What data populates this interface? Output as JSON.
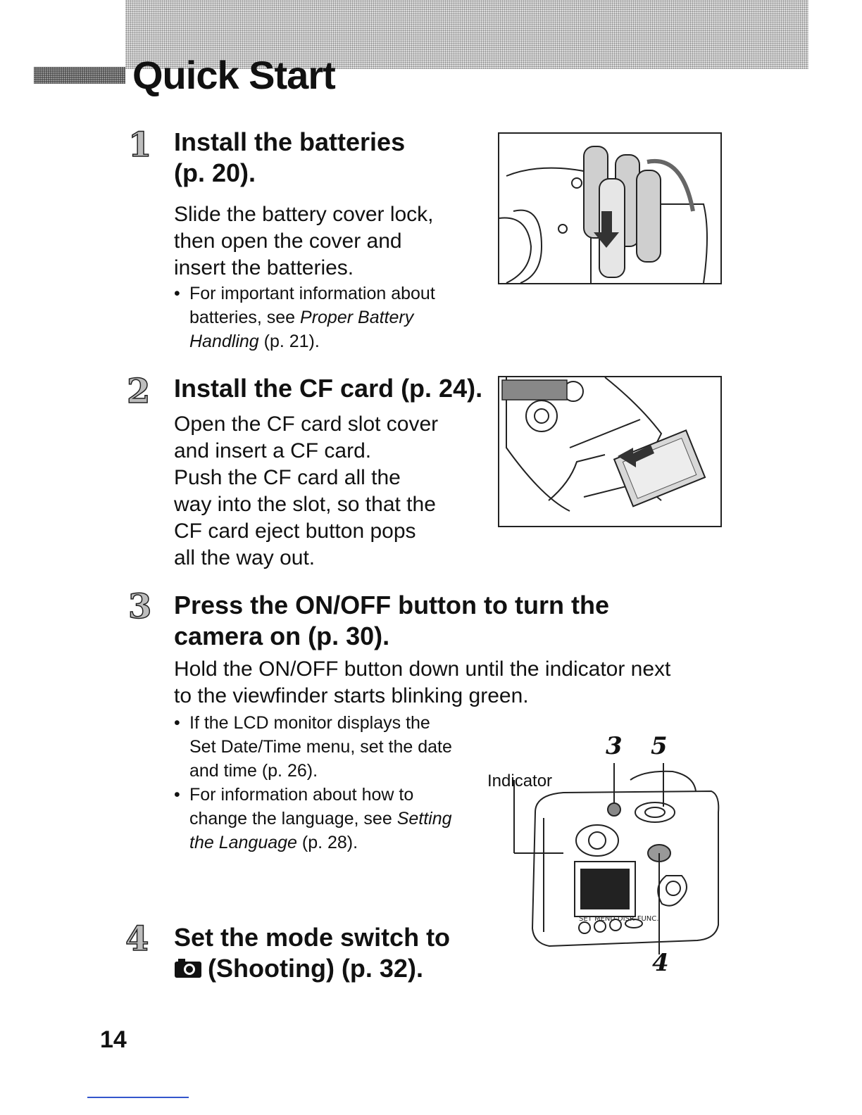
{
  "header": {
    "title": "Quick Start"
  },
  "steps": [
    {
      "number": "1",
      "heading_line1": "Install the batteries",
      "heading_line2": "(p. 20).",
      "body": [
        "Slide the battery cover lock,",
        "then open the cover and",
        "insert the batteries."
      ],
      "bullet": {
        "text_before": "For important information about batteries, see ",
        "ref": "Proper Battery Handling",
        "text_after": " (p. 21)."
      }
    },
    {
      "number": "2",
      "heading": "Install the CF card (p. 24).",
      "body": [
        "Open the CF card slot cover",
        "and insert a CF card.",
        "Push the CF card all the",
        "way into the slot, so that the",
        "CF card eject button pops",
        "all the way out."
      ]
    },
    {
      "number": "3",
      "heading_line1": "Press the ON/OFF button to turn the",
      "heading_line2": "camera on (p. 30).",
      "body": [
        "Hold the ON/OFF button down until the indicator next",
        "to the viewfinder starts blinking green."
      ],
      "bullets": [
        {
          "text": "If the LCD monitor displays the Set Date/Time menu, set the date and time (p. 26)."
        },
        {
          "text_before": "For information about how to change the language, see ",
          "ref": "Setting the Language",
          "text_after": " (p. 28)."
        }
      ]
    },
    {
      "number": "4",
      "heading_line1": "Set the mode switch to",
      "heading_line2": "(Shooting) (p. 32).",
      "icon": "camera-icon"
    }
  ],
  "figure3": {
    "indicator_label": "Indicator",
    "callouts": [
      "3",
      "5",
      "4"
    ],
    "button_labels": "SET MENU DISP. FUNC."
  },
  "page_number": "14"
}
